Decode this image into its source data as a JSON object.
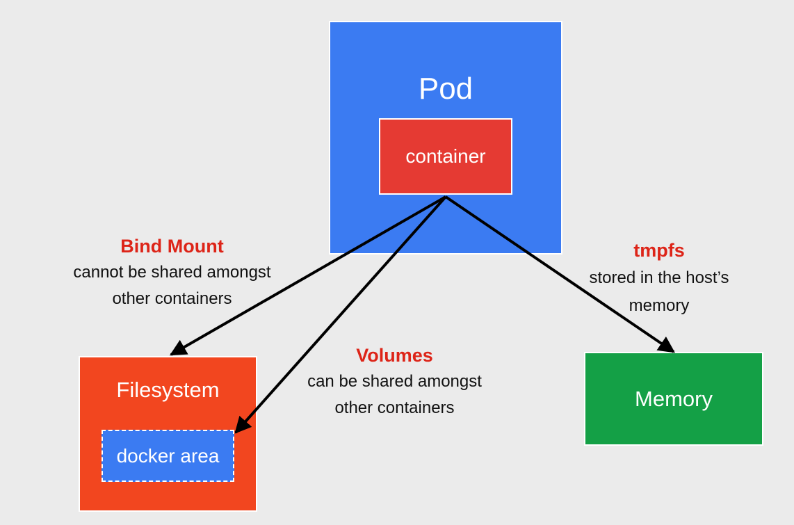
{
  "pod": {
    "title": "Pod"
  },
  "container": {
    "label": "container"
  },
  "filesystem": {
    "title": "Filesystem",
    "docker_area": "docker area"
  },
  "memory": {
    "label": "Memory"
  },
  "bind_mount": {
    "title": "Bind Mount",
    "line1": "cannot be shared amongst",
    "line2": "other containers"
  },
  "volumes": {
    "title": "Volumes",
    "line1": "can be shared amongst",
    "line2": "other containers"
  },
  "tmpfs": {
    "title": "tmpfs",
    "line1": "stored in the host’s",
    "line2": "memory"
  },
  "colors": {
    "background": "#ebebeb",
    "pod": "#3b7bf2",
    "container": "#e53a33",
    "filesystem": "#f2461f",
    "docker_area": "#3b7bf2",
    "memory": "#14a046",
    "label_heading": "#dd2418"
  }
}
